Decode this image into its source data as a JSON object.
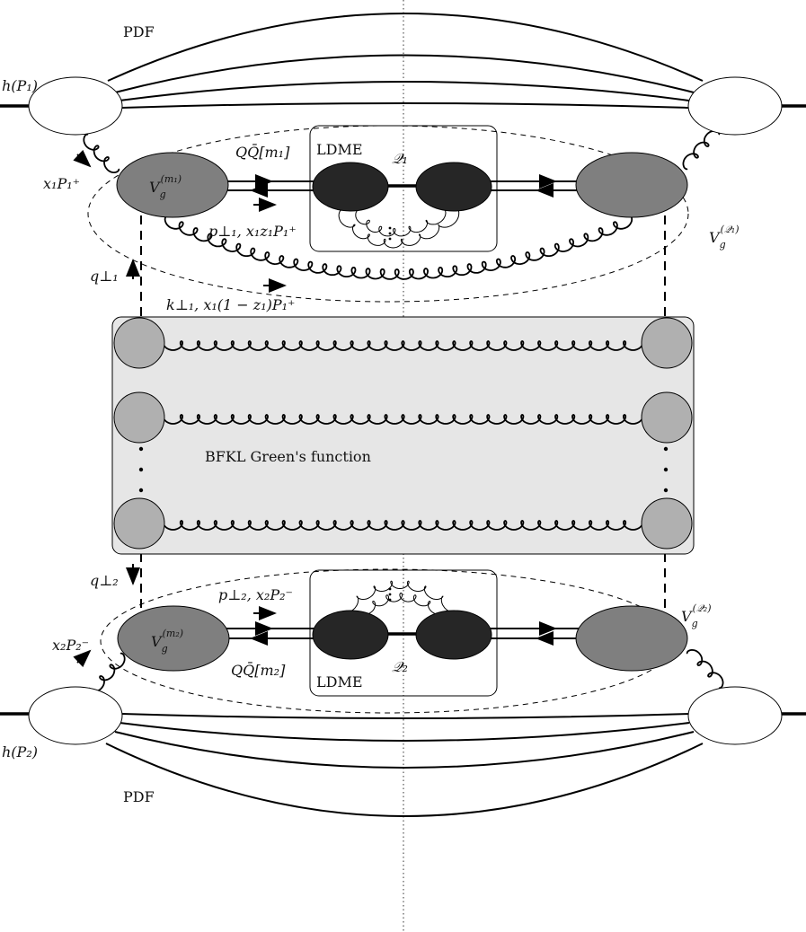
{
  "colors": {
    "vertex_fill": "#7f7f7f",
    "ldme_blob_fill": "#262626",
    "bfkl_fill": "#e6e6e6",
    "bfkl_node_fill": "#b0b0b0",
    "hadron_fill": "#ffffff"
  },
  "labels": {
    "pdf_top": "PDF",
    "pdf_bottom": "PDF",
    "hadron_top": "h(P₁)",
    "hadron_bottom": "h(P₂)",
    "gluon_in_top": "x₁P₁⁺",
    "gluon_in_bottom": "x₂P₂⁻",
    "qq_top": "QQ̄[m₁]",
    "qq_bottom": "QQ̄[m₂]",
    "ldme_top": "LDME",
    "ldme_bottom": "LDME",
    "quarkonium_top": "𝒬₁",
    "quarkonium_bottom": "𝒬₂",
    "momentum_p_top": "p⊥₁, x₁z₁P₁⁺",
    "momentum_p_bottom": "p⊥₂, x₂P₂⁻",
    "momentum_k_top": "k⊥₁, x₁(1 − z₁)P₁⁺",
    "q_top": "q⊥₁",
    "q_bottom": "q⊥₂",
    "bfkl": "BFKL Green's function",
    "vertex_left_top": {
      "base": "V",
      "sub": "g",
      "sup": "(m₁)"
    },
    "vertex_right_top": {
      "base": "V",
      "sub": "g",
      "sup": "(𝒬₁)"
    },
    "vertex_left_bottom": {
      "base": "V",
      "sub": "g",
      "sup": "(m₂)"
    },
    "vertex_right_bottom": {
      "base": "V",
      "sub": "g",
      "sup": "(𝒬₂)"
    }
  }
}
